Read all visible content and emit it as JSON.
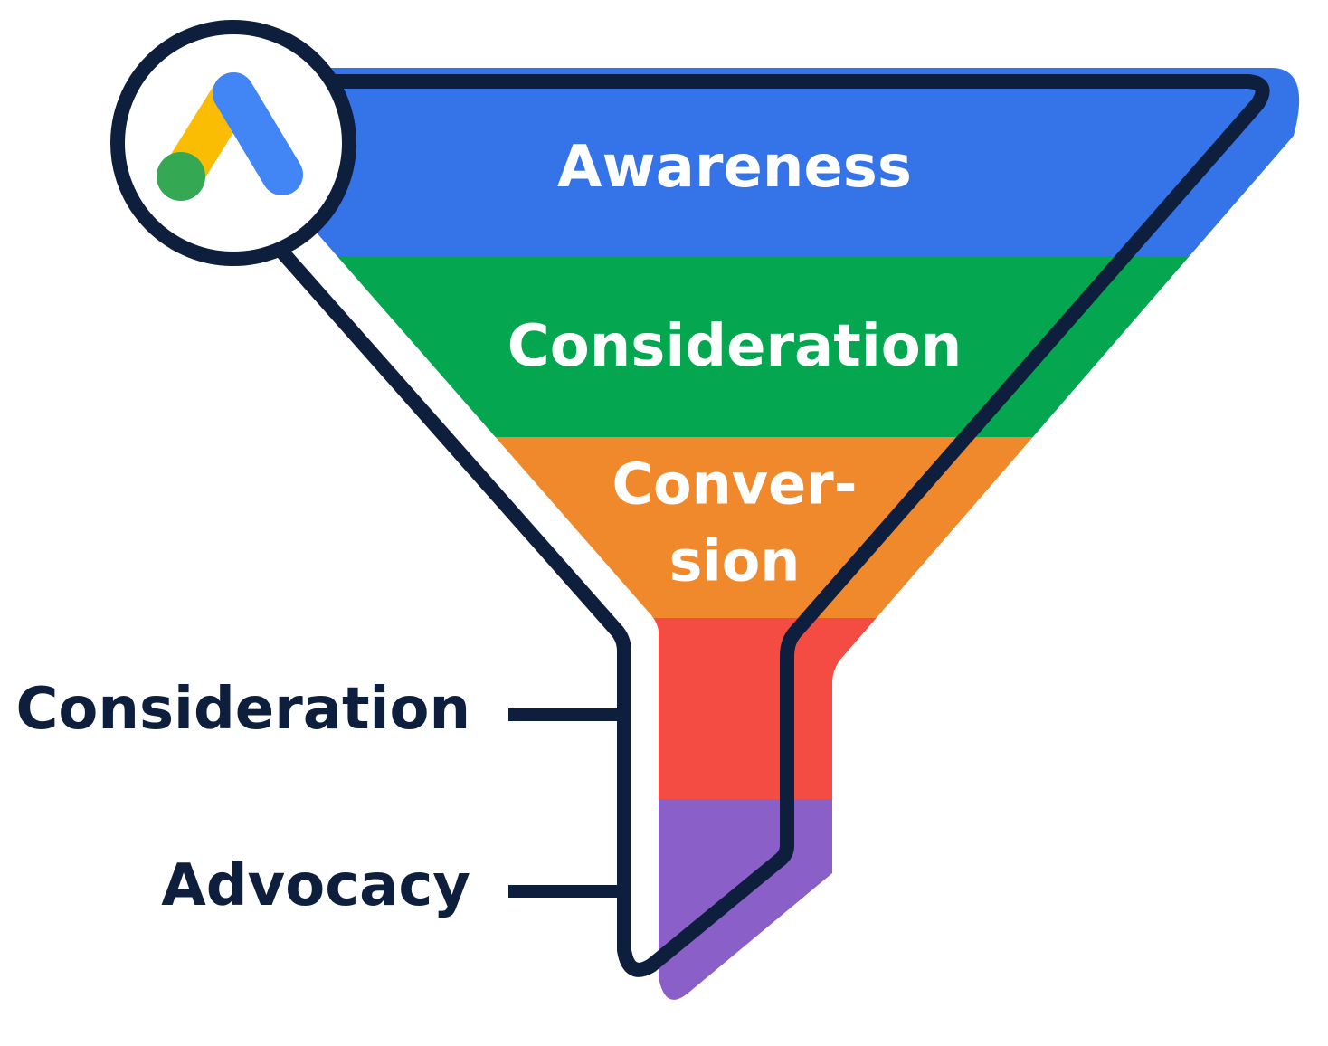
{
  "funnel": {
    "stages": [
      {
        "label_lines": [
          "Awareness"
        ],
        "color": "#3574E8"
      },
      {
        "label_lines": [
          "Consideration"
        ],
        "color": "#04A650"
      },
      {
        "label_lines": [
          "Conver-",
          "sion"
        ],
        "color": "#F0892C"
      },
      {
        "label_lines": [],
        "color": "#F44B42"
      },
      {
        "label_lines": [],
        "color": "#8B5FC8"
      }
    ],
    "outline_color": "#0E1F3D",
    "label_color": "#ffffff"
  },
  "callouts": [
    {
      "label": "Consideration",
      "stage_index": 3
    },
    {
      "label": "Advocacy",
      "stage_index": 4
    }
  ],
  "logo": {
    "name": "google-ads-logo",
    "colors": {
      "yellow": "#FBBC04",
      "blue": "#4285F4",
      "green": "#34A853"
    }
  }
}
